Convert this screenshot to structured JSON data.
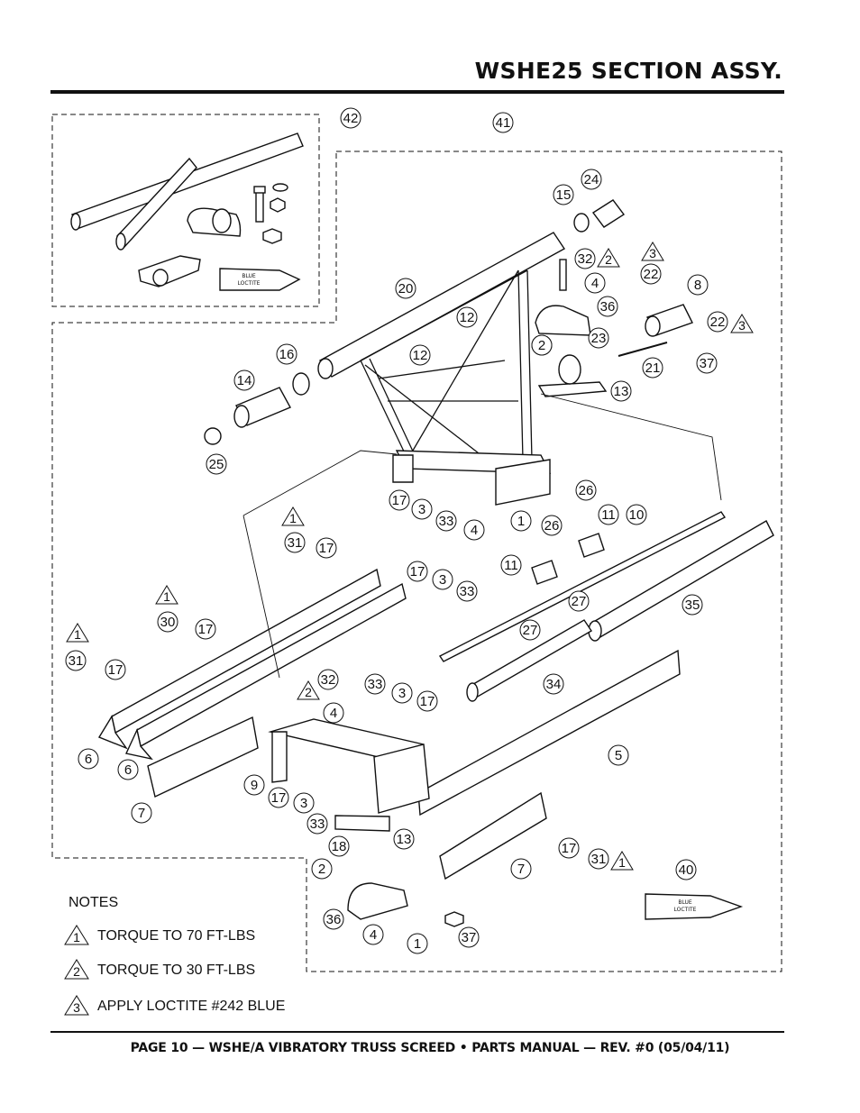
{
  "header": {
    "title": "WSHE25 SECTION ASSY."
  },
  "footer": {
    "text": "PAGE 10 — WSHE/A VIBRATORY TRUSS SCREED • PARTS MANUAL — REV. #0 (05/04/11)"
  },
  "notes": {
    "heading": "NOTES",
    "items": [
      {
        "number": "1",
        "text": "TORQUE TO 70 FT-LBS"
      },
      {
        "number": "2",
        "text": "TORQUE TO 30 FT-LBS"
      },
      {
        "number": "3",
        "text": "APPLY LOCTITE #242 BLUE"
      }
    ]
  },
  "loctite_tube_label": {
    "line1": "BLUE",
    "line2": "LOCTITE"
  },
  "callouts": [
    "42",
    "41",
    "24",
    "15",
    "32",
    "4",
    "36",
    "3",
    "22",
    "8",
    "22",
    "37",
    "21",
    "23",
    "2",
    "13",
    "20",
    "12",
    "12",
    "16",
    "14",
    "25",
    "17",
    "3",
    "33",
    "4",
    "1",
    "26",
    "11",
    "10",
    "26",
    "11",
    "27",
    "35",
    "27",
    "34",
    "5",
    "31",
    "17",
    "17",
    "3",
    "33",
    "30",
    "17",
    "31",
    "17",
    "6",
    "6",
    "7",
    "32",
    "33",
    "3",
    "17",
    "4",
    "9",
    "17",
    "3",
    "33",
    "13",
    "18",
    "2",
    "36",
    "4",
    "1",
    "37",
    "7",
    "17",
    "31",
    "40",
    "1",
    "1",
    "1",
    "2",
    "3",
    "3",
    "1"
  ],
  "warning_marks": [
    "1",
    "1",
    "1",
    "1",
    "2",
    "2",
    "3",
    "3"
  ]
}
